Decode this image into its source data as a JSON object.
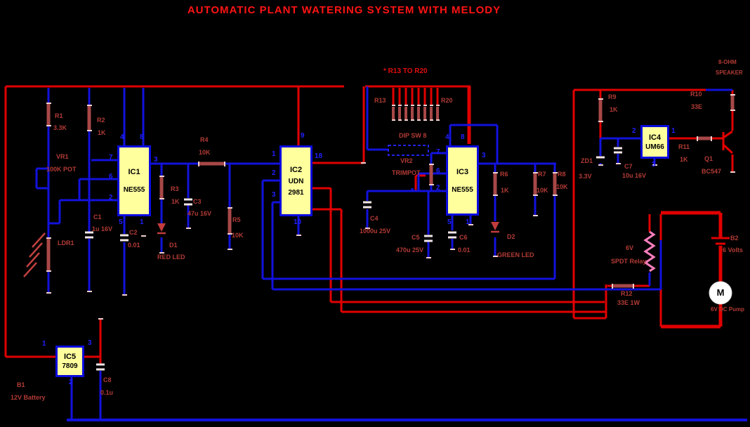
{
  "title": "AUTOMATIC PLANT WATERING SYSTEM WITH MELODY",
  "ics": {
    "ic1": {
      "ref": "IC1",
      "part": "NE555",
      "pins": {
        "p4": "4",
        "p8": "8",
        "p7": "7",
        "p6": "6",
        "p2": "2",
        "p3": "3",
        "p5": "5",
        "p1": "1"
      }
    },
    "ic2": {
      "ref": "IC2",
      "part_line1": "UDN",
      "part_line2": "2981",
      "pins": {
        "p9": "9",
        "p1": "1",
        "p2": "2",
        "p3": "3",
        "p18": "18",
        "p10": "10"
      }
    },
    "ic3": {
      "ref": "IC3",
      "part": "NE555",
      "pins": {
        "p4": "4",
        "p8": "8",
        "p7": "7",
        "p6": "6",
        "p2": "2",
        "p3": "3",
        "p5": "5",
        "p1": "1"
      }
    },
    "ic4": {
      "ref": "IC4",
      "part": "UM66",
      "pins": {
        "p2": "2",
        "p1": "1",
        "p3": "3"
      }
    },
    "ic5": {
      "ref": "IC5",
      "part": "7809",
      "pins": {
        "p1": "1",
        "p3": "3",
        "p2": "2"
      }
    }
  },
  "components": {
    "r1": {
      "ref": "R1",
      "value": "3.3K"
    },
    "r2": {
      "ref": "R2",
      "value": "1K"
    },
    "r3": {
      "ref": "R3",
      "value": "1K"
    },
    "r4": {
      "ref": "R4",
      "value": "10K"
    },
    "r5": {
      "ref": "R5",
      "value": "10K"
    },
    "r6": {
      "ref": "R6",
      "value": "1K"
    },
    "r7": {
      "ref": "R7",
      "value": "10K"
    },
    "r8": {
      "ref": "R8",
      "value": "10K"
    },
    "r9": {
      "ref": "R9",
      "value": "1K"
    },
    "r10": {
      "ref": "R10",
      "value": "33E"
    },
    "r11": {
      "ref": "R11",
      "value": "1K"
    },
    "r12": {
      "ref": "R12",
      "value": "33E 1W"
    },
    "network_note": "* R13 TO R20",
    "r13": {
      "ref": "R13"
    },
    "r20": {
      "ref": "R20"
    },
    "dip": {
      "ref": "DIP SW 8"
    },
    "vr1": {
      "ref": "VR1",
      "value": "100K POT"
    },
    "vr2": {
      "ref": "VR2",
      "value": "TRIMPOT"
    },
    "ldr1": {
      "ref": "LDR1"
    },
    "c1": {
      "ref": "C1",
      "value": "1u 16V"
    },
    "c2": {
      "ref": "C2",
      "value": "0.01"
    },
    "c3": {
      "ref": "C3",
      "value": "47u 16V"
    },
    "c4": {
      "ref": "C4",
      "value": "1000u 25V"
    },
    "c5": {
      "ref": "C5",
      "value": "470u 25V"
    },
    "c6": {
      "ref": "C6",
      "value": "0.01"
    },
    "c7": {
      "ref": "C7",
      "value": "10u 16V"
    },
    "c8": {
      "ref": "C8",
      "value": "0.1u"
    },
    "d1": {
      "ref": "D1",
      "value": "RED LED"
    },
    "d2": {
      "ref": "D2",
      "value": "GREEN LED"
    },
    "zd1": {
      "ref": "ZD1",
      "value": "3.3V"
    },
    "q1": {
      "ref": "Q1",
      "value": "BC547"
    },
    "speaker": {
      "line1": "8-OHM",
      "line2": "SPEAKER"
    },
    "relay": {
      "line1": "6V",
      "line2": "SPDT Relay"
    },
    "b1": {
      "ref": "B1",
      "value": "12V Battery"
    },
    "b2": {
      "ref": "B2",
      "value": "6 Volts"
    },
    "pump": {
      "symbol": "M",
      "label": "6V DC Pump"
    }
  },
  "colors": {
    "background": "#000000",
    "wire_red": "#e10000",
    "wire_blue": "#1212dd",
    "ic_fill": "#ffff9e",
    "ic_border": "#0b0bdf",
    "label_red": "#b23b35",
    "title_red": "#ff1414",
    "pin_blue": "#1f1fff",
    "relay_pink": "#ff7fbf"
  }
}
